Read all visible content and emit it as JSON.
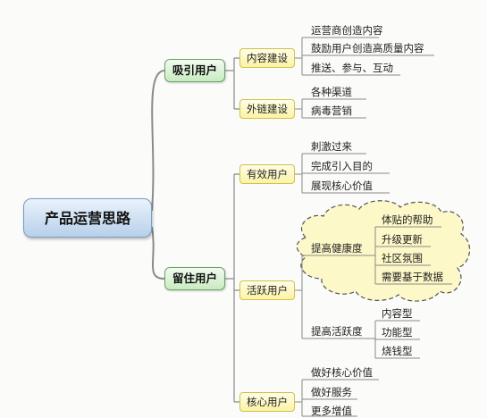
{
  "root": {
    "label": "产品运营思路"
  },
  "branches": [
    {
      "label": "吸引用户",
      "children": [
        {
          "label": "内容建设",
          "leaves": [
            "运营商创造内容",
            "鼓励用户创造高质量内容",
            "推送、参与、互动"
          ]
        },
        {
          "label": "外链建设",
          "leaves": [
            "各种渠道",
            "病毒营销"
          ]
        }
      ]
    },
    {
      "label": "留住用户",
      "children": [
        {
          "label": "有效用户",
          "leaves": [
            "刺激过来",
            "完成引入目的",
            "展现核心价值"
          ]
        },
        {
          "label": "活跃用户",
          "groups": [
            {
              "label": "提高健康度",
              "leaves": [
                "体贴的帮助",
                "升级更新",
                "社区氛围",
                "需要基于数据"
              ]
            },
            {
              "label": "提高活跃度",
              "leaves": [
                "内容型",
                "功能型",
                "烧钱型"
              ]
            }
          ]
        },
        {
          "label": "核心用户",
          "leaves": [
            "做好核心价值",
            "做好服务",
            "更多增值"
          ]
        }
      ]
    }
  ]
}
